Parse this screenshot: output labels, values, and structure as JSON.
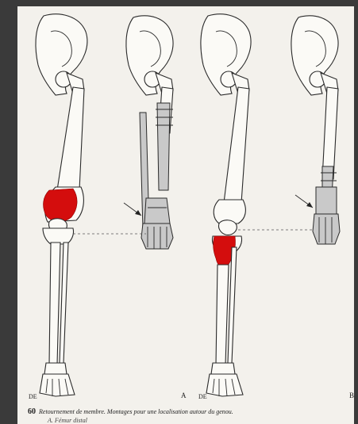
{
  "panel_labels": {
    "a": "A",
    "b": "B"
  },
  "scale_marks": {
    "left": "DE",
    "right": "DE"
  },
  "caption": {
    "number": "60",
    "text": "Retournement de membre. Montages pour une localisation autour du genou.",
    "line2": "A. Fémur distal"
  },
  "colors": {
    "background": "#3a3a3a",
    "paper": "#f3f1ec",
    "tumor": "#d40d0d",
    "prosthesis": "#c8c8c8",
    "outline": "#222222"
  }
}
